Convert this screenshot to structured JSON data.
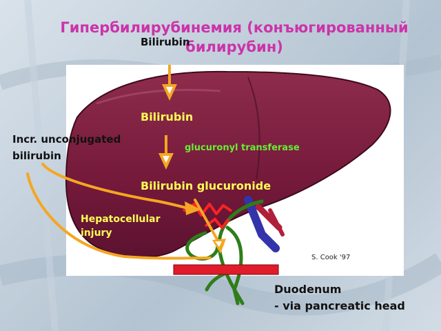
{
  "title": "Гипербилирубинемия (конъюгированный билирубин)",
  "labels": {
    "bilirubin_top": "Bilirubin",
    "bilirubin_liver": "Bilirubin",
    "enzyme": "glucuronyl transferase",
    "conjugate": "Bilirubin glucuronide",
    "unconjugated": "Incr. unconjugated\nbilirubin",
    "injury": "Hepatocellular\ninjury",
    "duodenum": "Duodenum\n- via pancreatic head",
    "credit": "S. Cook '97"
  },
  "colors": {
    "title": "#cc33aa",
    "liver": "#7a1f3c",
    "arrow": "#f5a623",
    "injury_zigzag": "#ff2222",
    "duct": "#2e7d1a",
    "duodenum_bar": "#e01b2a",
    "vessel_blue": "#3333aa",
    "vessel_red": "#b0203a",
    "highlight_text": "#ffff55",
    "enzyme_text": "#66ee33"
  }
}
